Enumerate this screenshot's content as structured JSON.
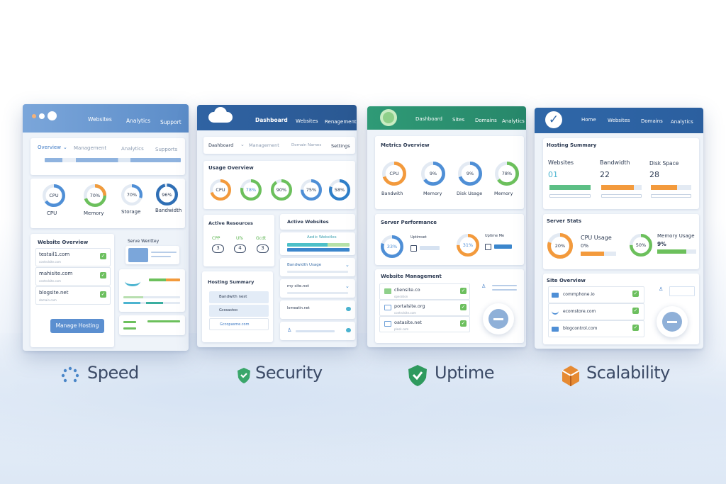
{
  "colors": {
    "blue": "#4f8fd6",
    "lightblue": "#7fb3e6",
    "green": "#6cc05c",
    "orange": "#f39a3c",
    "teal": "#4cc0c8",
    "track": "#e3eaf3"
  },
  "p1": {
    "nav": [
      "Websites",
      "Analytics",
      "Support"
    ],
    "tabs": [
      "Overview",
      "Management",
      "Analytics",
      "Supports"
    ],
    "gauges": [
      {
        "text": "CPU",
        "label": "CPU",
        "value": 65,
        "color": "#4f8fd6"
      },
      {
        "text": "70%",
        "label": "Memory",
        "value": 70,
        "color": "#6cc05c",
        "accent": "#f39a3c"
      },
      {
        "text": "70%",
        "label": "Storage",
        "value": 30,
        "color": "#4f8fd6"
      },
      {
        "text": "96%",
        "label": "Bandwidth",
        "value": 96,
        "color": "#2f6fb5"
      }
    ],
    "website_overview": {
      "title": "Website Overview",
      "rows": [
        {
          "name": "testail1.com",
          "sub": "controlsite.com"
        },
        {
          "name": "mahisite.com",
          "sub": "controlsite.com"
        },
        {
          "name": "blogsite.net",
          "sub": "domain.com"
        }
      ]
    },
    "button": "Manage Hosting",
    "side_title": "Serve Wenttey"
  },
  "p2": {
    "nav": [
      "Dashboard",
      "Websites",
      "Renagement"
    ],
    "tabs": [
      "Dashboard",
      "Management",
      "Domain Names",
      "Settings"
    ],
    "usage_title": "Usage Overview",
    "gauges": [
      {
        "text": "CPU",
        "value": 70,
        "color": "#f39a3c"
      },
      {
        "text": "78%",
        "value": 78,
        "color": "#6cc05c"
      },
      {
        "text": "90%",
        "value": 90,
        "color": "#6cc05c"
      },
      {
        "text": "75%",
        "value": 75,
        "color": "#4f8fd6"
      },
      {
        "text": "58%",
        "value": 80,
        "color": "#2f7fc8"
      }
    ],
    "resources": {
      "title": "Active Resources",
      "items": [
        {
          "label": "CPP",
          "value": "3"
        },
        {
          "label": "Ufs",
          "value": "4"
        },
        {
          "label": "Gcdt",
          "value": "3"
        }
      ]
    },
    "hosting": {
      "title": "Hosting Summary",
      "rows": [
        "Bandwith nest",
        "Gcosastoo",
        "Gccopasme.com"
      ]
    },
    "websites": {
      "title": "Active Websites",
      "banner": "Aedic Webstles",
      "rows": [
        "Bandwidth Usage",
        "my site.net",
        "lomeatin.net"
      ]
    }
  },
  "p3": {
    "nav": [
      "Dashboard",
      "Sites",
      "Domains",
      "Analytics"
    ],
    "metrics_title": "Metrics Overview",
    "gauges": [
      {
        "text": "CPU",
        "label": "Bandwith",
        "value": 70,
        "color": "#f39a3c"
      },
      {
        "text": "9%",
        "label": "Memory",
        "value": 65,
        "color": "#4f8fd6"
      },
      {
        "text": "9%",
        "label": "Disk Usage",
        "value": 70,
        "color": "#4f8fd6"
      },
      {
        "text": "78%",
        "label": "Memory",
        "value": 65,
        "color": "#6cc05c"
      }
    ],
    "server_title": "Server Performance",
    "perf": [
      {
        "text": "33%",
        "label": "Uptimset",
        "value": 80,
        "color": "#4f8fd6"
      },
      {
        "text": "31%",
        "label": "Uptime Me",
        "value": 75,
        "color": "#f39a3c"
      }
    ],
    "mgmt": {
      "title": "Website Management",
      "rows": [
        {
          "name": "cliensite.co",
          "sub": "operation"
        },
        {
          "name": "portalsite.org",
          "sub": "controlsite.com"
        },
        {
          "name": "oatasite.net",
          "sub": "plesk.com"
        }
      ]
    }
  },
  "p4": {
    "nav": [
      "Home",
      "Websites",
      "Domains",
      "Analytics"
    ],
    "summary_title": "Hosting Summary",
    "stats": [
      {
        "label": "Websites",
        "value": "01",
        "fill": 100,
        "color": "#5cbf85"
      },
      {
        "label": "Bandwidth",
        "value": "22",
        "fill": 80,
        "color": "#f39a3c"
      },
      {
        "label": "Disk Space",
        "value": "28",
        "fill": 65,
        "color": "#f39a3c"
      }
    ],
    "server_title": "Server Stats",
    "server": [
      {
        "label": "CPU Usage",
        "value": "0%",
        "text": "20%",
        "gauge": 80,
        "fill": 65,
        "color": "#f39a3c"
      },
      {
        "label": "Memory Usage",
        "value": "9%",
        "text": "50%",
        "gauge": 75,
        "fill": 75,
        "color": "#6cc05c"
      }
    ],
    "site": {
      "title": "Site Overview",
      "rows": [
        "commphone.io",
        "ecomstore.com",
        "blogcontrol.com"
      ]
    }
  },
  "features": [
    "Speed",
    "Security",
    "Uptime",
    "Scalability"
  ]
}
